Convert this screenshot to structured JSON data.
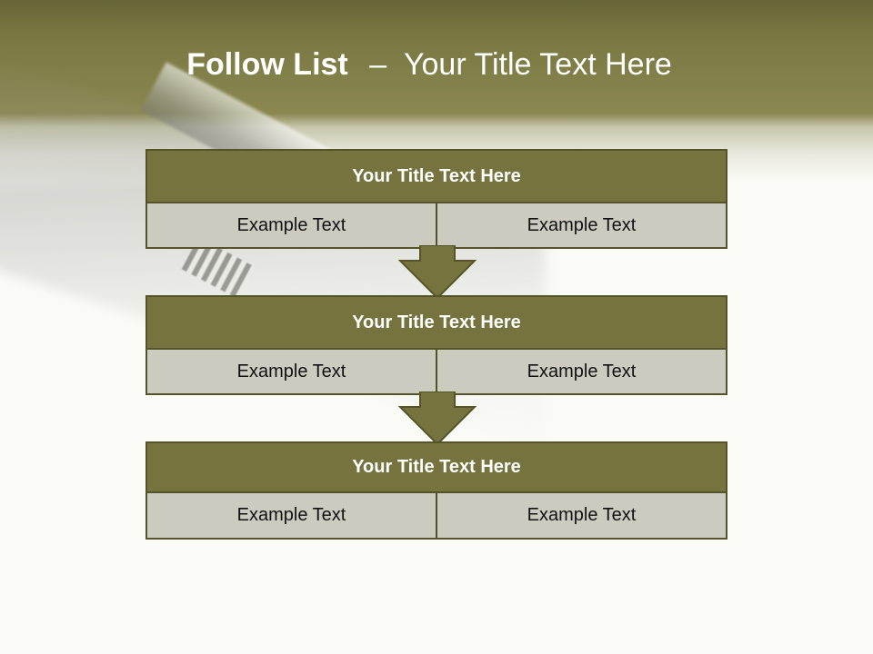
{
  "slide": {
    "title_bold": "Follow List",
    "title_separator": "–",
    "title_rest": "Your Title Text Here"
  },
  "blocks": [
    {
      "title": "Your Title Text Here",
      "cells": [
        "Example Text",
        "Example Text"
      ]
    },
    {
      "title": "Your Title Text Here",
      "cells": [
        "Example Text",
        "Example Text"
      ]
    },
    {
      "title": "Your Title Text Here",
      "cells": [
        "Example Text",
        "Example Text"
      ]
    }
  ],
  "colors": {
    "header_band": "#7a7842",
    "block_header": "#76743e",
    "block_border": "#545329",
    "cell_background": "#cdcbbf",
    "background": "#fafbf6"
  },
  "icons": [
    "down-arrow-icon",
    "down-arrow-icon"
  ]
}
